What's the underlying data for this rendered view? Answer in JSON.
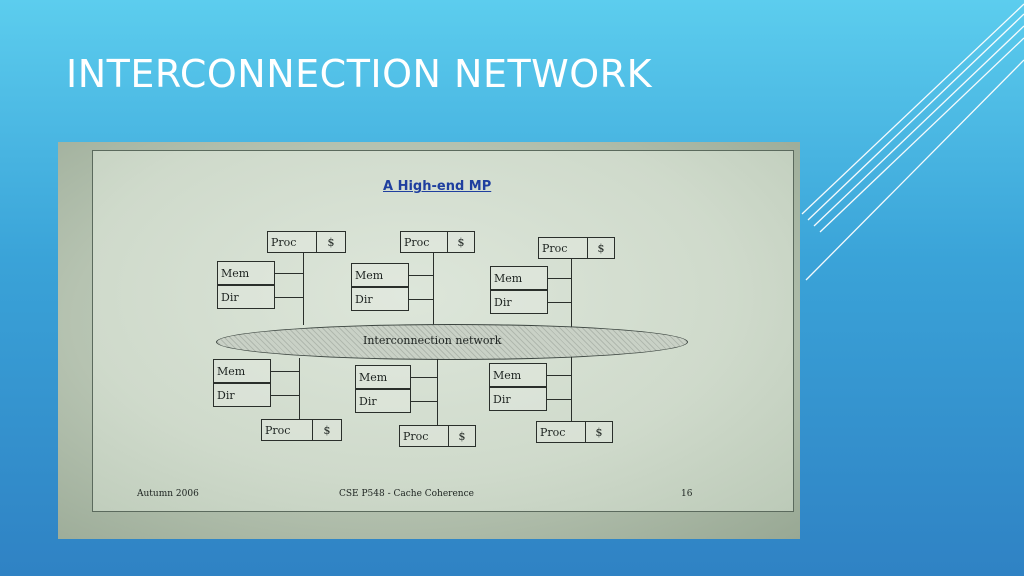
{
  "slide": {
    "title": "INTERCONNECTION NETWORK"
  },
  "diagram": {
    "heading": "A High-end MP",
    "proc_label": "Proc",
    "cache_label": "$",
    "mem_label": "Mem",
    "dir_label": "Dir",
    "network_label": "Interconnection network",
    "footer_left": "Autumn 2006",
    "footer_center": "CSE P548 - Cache Coherence",
    "footer_right": "16"
  },
  "colors": {
    "background_top": "#5ccdee",
    "background_bottom": "#2f82c4",
    "title": "#ffffff",
    "heading": "#1f3f9f"
  }
}
